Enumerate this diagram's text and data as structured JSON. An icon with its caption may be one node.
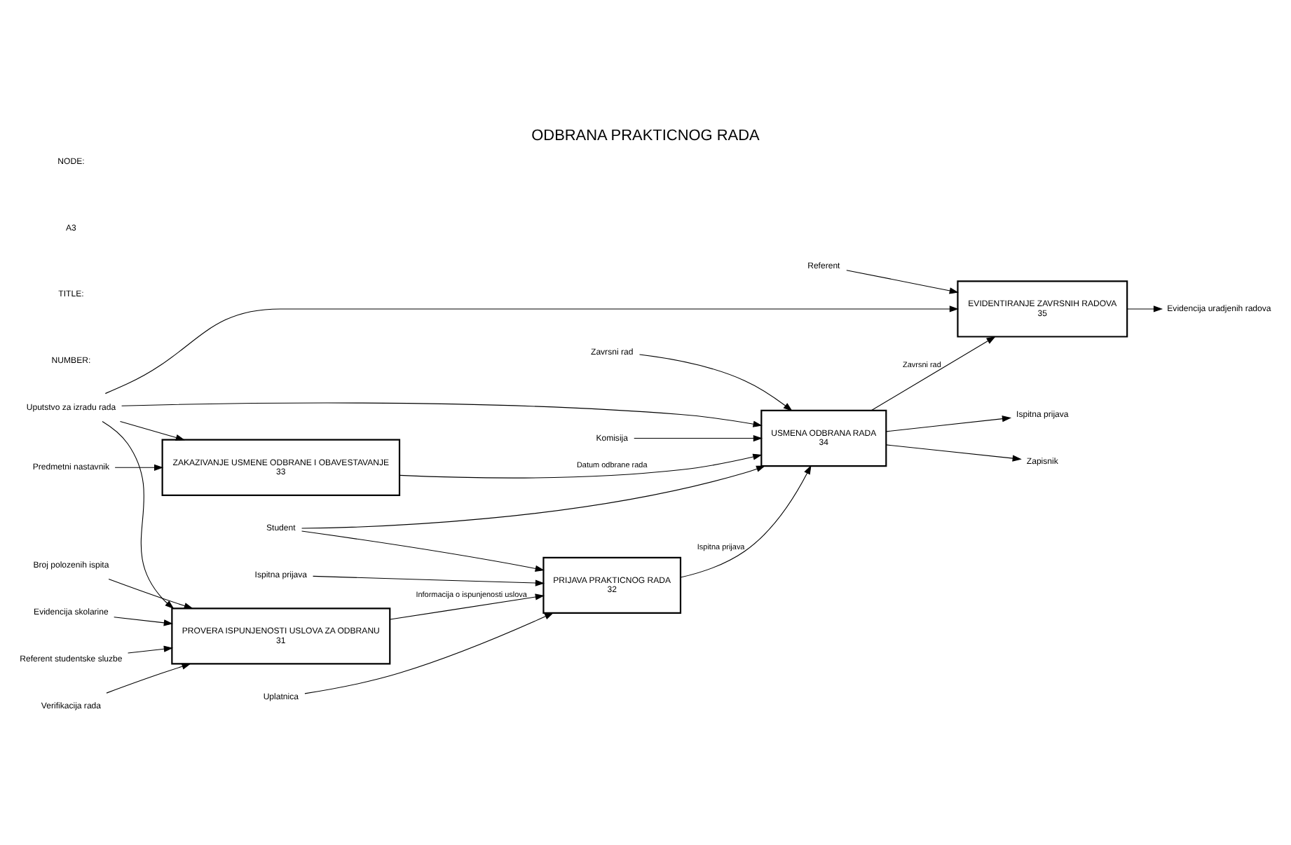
{
  "diagram": {
    "title": "ODBRANA PRAKTICNOG RADA",
    "nodes": [
      {
        "text": [
          "Uputstvo za izradu rada"
        ]
      },
      {
        "text": [
          "Verifikacija rada"
        ]
      },
      {
        "text": [
          "Broj polozenih ispita"
        ]
      },
      {
        "text": [
          "Evidencija skolarine"
        ]
      },
      {
        "text": [
          "PROVERA ISPUNJENOSTI USLOVA ZA ODBRANU",
          "31"
        ]
      },
      {
        "text": [
          "Uplatnica"
        ]
      },
      {
        "text": [
          "Ispitna prijava"
        ]
      },
      {
        "text": [
          "PRIJAVA PRAKTICNOG RADA",
          "32"
        ]
      },
      {
        "text": [
          "ZAKAZIVANJE USMENE ODBRANE I OBAVESTAVANJE",
          "33"
        ]
      },
      {
        "text": [
          "Zavrsni rad"
        ]
      },
      {
        "text": [
          "USMENA ODBRANA RADA",
          "34"
        ]
      },
      {
        "text": [
          "EVIDENTIRANJE ZAVRSNIH RADOVA",
          "35"
        ]
      },
      {
        "text": [
          "Ispitna prijava"
        ]
      },
      {
        "text": [
          "Zapisnik"
        ]
      },
      {
        "text": [
          "Evidencija uradjenih radova"
        ]
      },
      {
        "text": [
          "Referent studentske sluzbe"
        ]
      },
      {
        "text": [
          "Predmetni nastavnik"
        ]
      },
      {
        "text": [
          "Student"
        ]
      },
      {
        "text": [
          "Komisija"
        ]
      },
      {
        "text": [
          "Referent"
        ]
      }
    ],
    "edges": [
      {
        "from": 0,
        "to": 4,
        "arrow": "to"
      },
      {
        "from": 0,
        "to": 8,
        "arrow": "to"
      },
      {
        "from": 0,
        "to": 10,
        "arrow": "to"
      },
      {
        "from": 0,
        "to": 11,
        "arrow": "to"
      },
      {
        "from": 1,
        "to": 4,
        "arrow": "to"
      },
      {
        "from": 2,
        "to": 4,
        "arrow": "to"
      },
      {
        "from": 3,
        "to": 4,
        "arrow": "to"
      },
      {
        "from": 4,
        "to": 7,
        "arrow": "to",
        "label": "Informacija o ispunjenosti uslova"
      },
      {
        "from": 5,
        "to": 7,
        "arrow": "to"
      },
      {
        "from": 6,
        "to": 7,
        "arrow": "to"
      },
      {
        "from": 7,
        "to": 10,
        "arrow": "to",
        "label": "Ispitna prijava"
      },
      {
        "from": 8,
        "to": 10,
        "arrow": "to",
        "label": "Datum odbrane rada"
      },
      {
        "from": 9,
        "to": 10,
        "arrow": "to"
      },
      {
        "from": 10,
        "to": 12,
        "arrow": "to"
      },
      {
        "from": 10,
        "to": 13,
        "arrow": "to"
      },
      {
        "from": 10,
        "to": 11,
        "arrow": "to",
        "label": "Zavrsni rad"
      },
      {
        "from": 11,
        "to": 14,
        "arrow": "to"
      },
      {
        "from": 15,
        "to": 4,
        "arrow": "to"
      },
      {
        "from": 16,
        "to": 8,
        "arrow": "to"
      },
      {
        "from": 17,
        "to": 10,
        "arrow": "to"
      },
      {
        "from": 17,
        "to": 7,
        "arrow": "to"
      },
      {
        "from": 18,
        "to": 10,
        "arrow": "to"
      },
      {
        "from": 19,
        "to": 11,
        "arrow": "to"
      }
    ],
    "labels": [
      "NODE:",
      "A3",
      "TITLE:",
      "NUMBER:"
    ]
  }
}
